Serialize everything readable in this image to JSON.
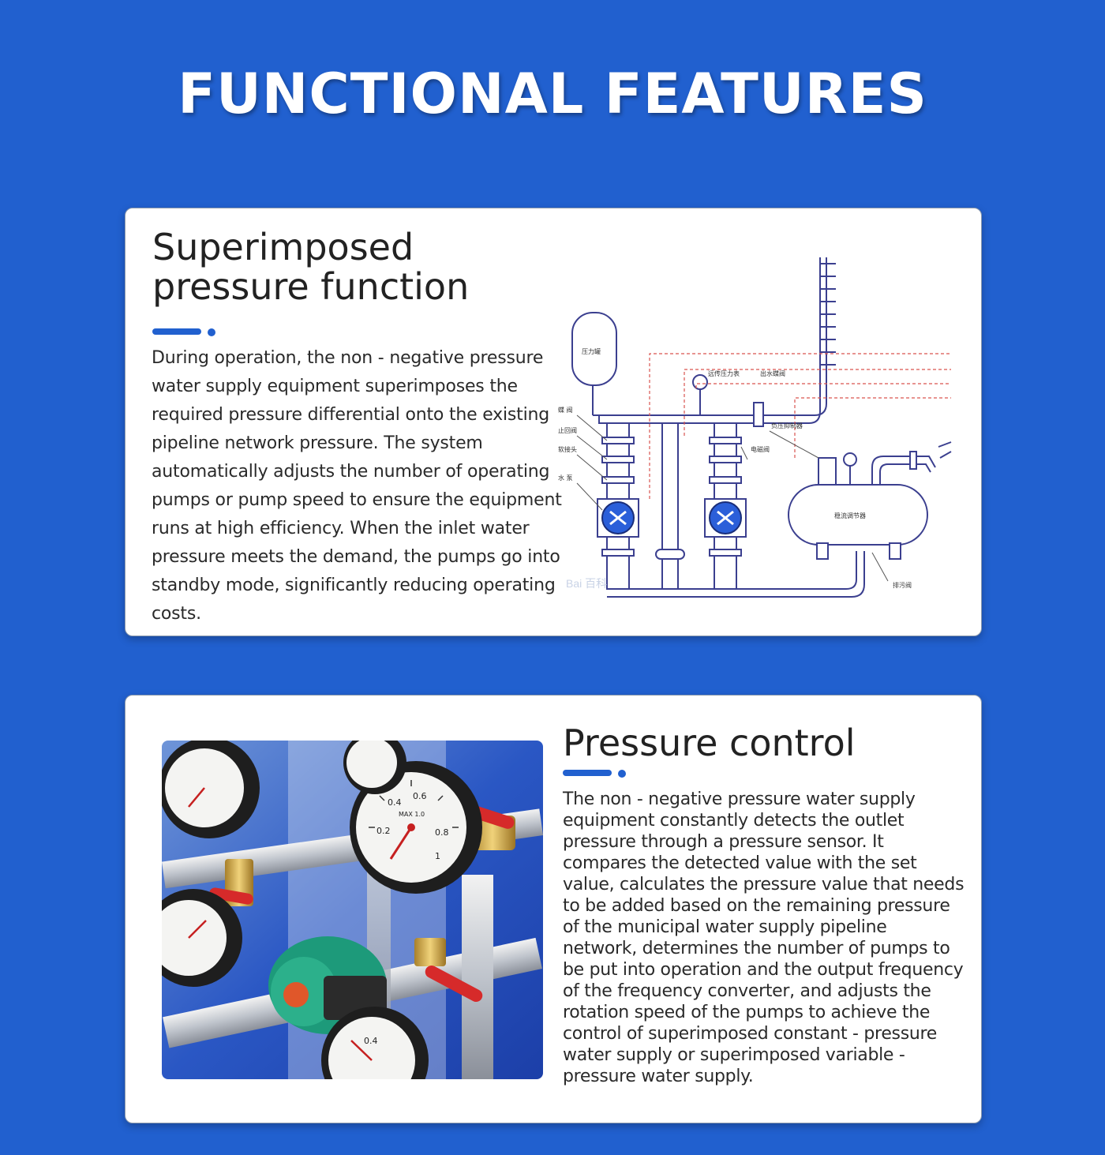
{
  "page": {
    "title": "FUNCTIONAL FEATURES"
  },
  "colors": {
    "background": "#2160cf",
    "accent": "#2160cf",
    "card": "#ffffff",
    "diagram_line": "#3b3f8f",
    "signal_line": "#d9534f"
  },
  "sections": [
    {
      "heading": "Superimposed pressure function",
      "body": "During operation, the non - negative pressure water supply equipment superimposes the required pressure differential onto the existing pipeline network pressure. The system automatically adjusts the number of operating pumps or pump speed to ensure the equipment runs at high efficiency. When the inlet water pressure meets the demand, the pumps go into standby mode, significantly reducing operating costs.",
      "diagram_labels": {
        "pressure_tank": "压力罐",
        "remote_gauge": "远传压力表",
        "outlet_valve": "出水蝶阀",
        "butterfly_valve": "蝶 阀",
        "check_valve": "止回阀",
        "soft_joint": "软接头",
        "water_pump": "水 泵",
        "negative_pressure_suppressor": "负压抑制器",
        "solenoid_valve": "电磁阀",
        "stabilizer": "稳流调节器",
        "drain_valve": "排污阀",
        "watermark": "Bai 百科"
      }
    },
    {
      "heading": "Pressure control",
      "body": "The non - negative pressure water supply equipment constantly detects the outlet pressure through a pressure sensor. It compares the detected value with the set value, calculates the pressure value that needs to be added based on the remaining pressure of the municipal water supply pipeline network, determines the number of pumps to be put into operation and the output frequency of the frequency converter, and adjusts the rotation speed of the pumps to achieve the control of superimposed constant - pressure water supply or superimposed variable - pressure water supply.",
      "photo_labels": {
        "gauge_04": "0.4",
        "gauge_06": "0.6",
        "gauge_02": "0.2",
        "gauge_08": "0.8",
        "gauge_1": "1",
        "gauge_mark": "MAX 1.0",
        "lower_gauge_04": "0.4"
      }
    }
  ]
}
